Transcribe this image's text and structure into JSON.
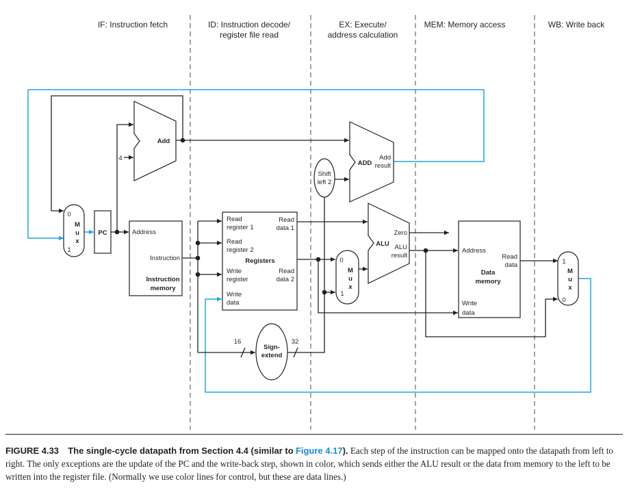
{
  "stages": [
    "IF: Instruction fetch",
    "ID: Instruction decode/",
    "register file read",
    "EX: Execute/",
    "address calculation",
    "MEM: Memory access",
    "WB: Write back"
  ],
  "blocks": {
    "pc": "PC",
    "add": "Add",
    "four": "4",
    "instruction_memory": {
      "address": "Address",
      "instruction": "Instruction",
      "title_1": "Instruction",
      "title_2": "memory"
    },
    "registers": {
      "read_reg1_a": "Read",
      "read_reg1_b": "register 1",
      "read_reg2_a": "Read",
      "read_reg2_b": "register 2",
      "write_reg_a": "Write",
      "write_reg_b": "register",
      "write_data_a": "Write",
      "write_data_b": "data",
      "read_data1_a": "Read",
      "read_data1_b": "data 1",
      "read_data2_a": "Read",
      "read_data2_b": "data 2",
      "title": "Registers"
    },
    "shift": {
      "line1": "Shift",
      "line2": "left 2"
    },
    "add2": {
      "name": "ADD",
      "result_a": "Add",
      "result_b": "result"
    },
    "alu": {
      "name": "ALU",
      "zero": "Zero",
      "result_a": "ALU",
      "result_b": "result"
    },
    "data_memory": {
      "address": "Address",
      "read_a": "Read",
      "read_b": "data",
      "title_1": "Data",
      "title_2": "memory",
      "write_a": "Write",
      "write_b": "data"
    },
    "sign_extend": {
      "line1": "Sign-",
      "line2": "extend",
      "in_width": "16",
      "out_width": "32"
    },
    "mux_letters": [
      "M",
      "u",
      "x"
    ],
    "mux_inputs": [
      "0",
      "1"
    ]
  },
  "caption": {
    "label": "FIGURE 4.33",
    "title": "The single-cycle datapath from Section 4.4 (similar to",
    "ref": "Figure 4.17",
    "title_end": ").",
    "body": "Each step of the instruction can be mapped onto the datapath from left to right. The only exceptions are the update of the PC and the write-back step, shown in color, which sends either the ALU result or the data from memory to the left to be written into the register file. (Normally we use color lines for control, but these are data lines.)"
  },
  "colors": {
    "line": "#231f20",
    "highlight": "#1ea7e1",
    "caption_ref": "#1a8ec9",
    "divider": "#5a5a5a"
  }
}
